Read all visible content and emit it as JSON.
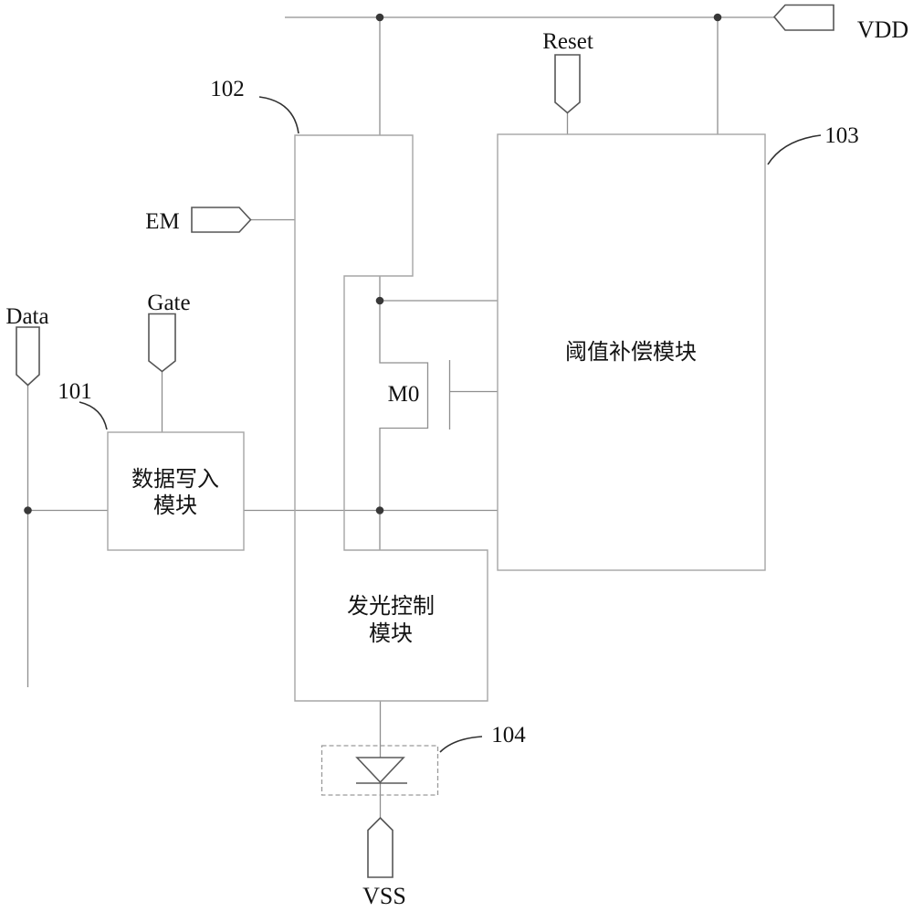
{
  "figure_type": "pixel-driving-circuit schematic (patent style)",
  "colors": {
    "background": "#ffffff",
    "wire": "#8f8f8f",
    "block_border": "#a6a6a6",
    "flag_border": "#565656",
    "leader_line": "#303030",
    "junction_dot": "#383838",
    "text": "#131313"
  },
  "terminals": {
    "vdd": "VDD",
    "vss": "VSS",
    "reset": "Reset",
    "em": "EM",
    "data": "Data",
    "gate": "Gate"
  },
  "reference_numbers": {
    "data_write_module": "101",
    "drive_block": "102",
    "threshold_compensation_module": "103",
    "light_emitting_element": "104"
  },
  "blocks": {
    "data_write_line1": "数据写入",
    "data_write_line2": "模块",
    "threshold_compensation": "阈值补偿模块",
    "emission_control_line1": "发光控制",
    "emission_control_line2": "模块"
  },
  "transistor": {
    "name": "M0"
  }
}
